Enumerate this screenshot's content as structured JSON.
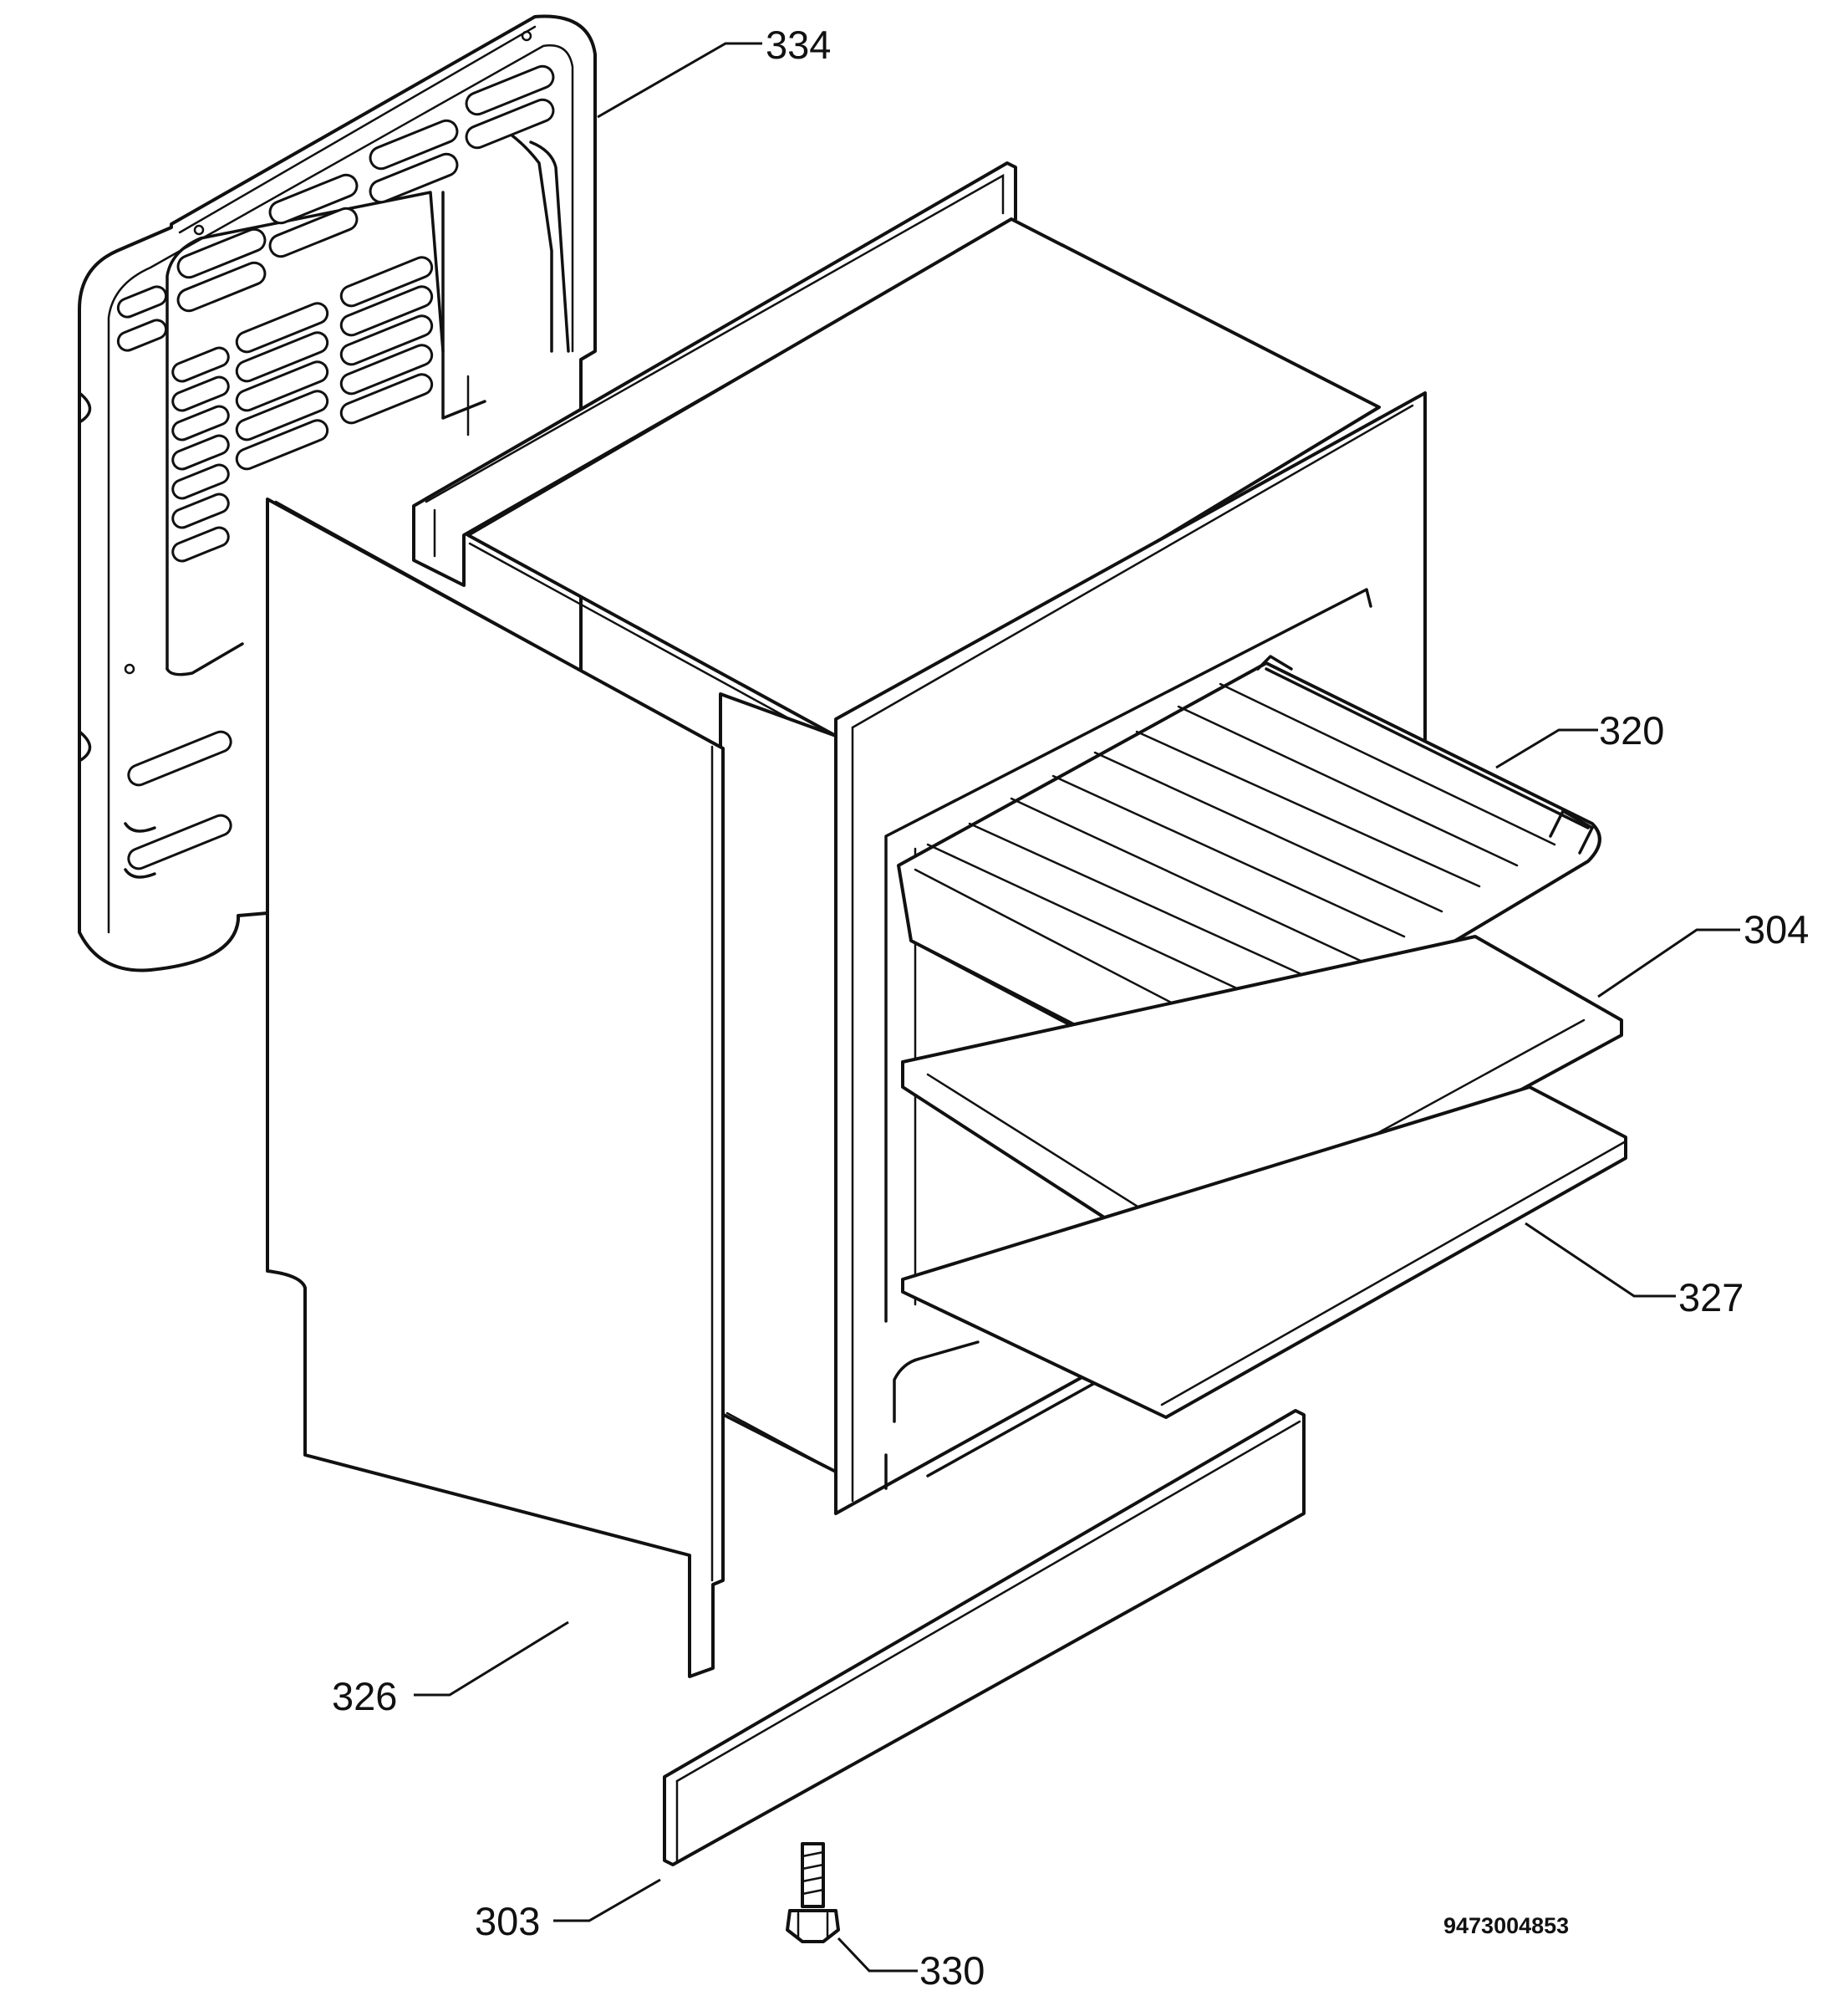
{
  "diagram": {
    "part_labels": [
      {
        "id": "334",
        "text": "334"
      },
      {
        "id": "320",
        "text": "320"
      },
      {
        "id": "304",
        "text": "304"
      },
      {
        "id": "327",
        "text": "327"
      },
      {
        "id": "326",
        "text": "326"
      },
      {
        "id": "303",
        "text": "303"
      },
      {
        "id": "330",
        "text": "330"
      }
    ],
    "document_number": "9473004853"
  },
  "colors": {
    "line": "#111111",
    "background": "#ffffff"
  }
}
